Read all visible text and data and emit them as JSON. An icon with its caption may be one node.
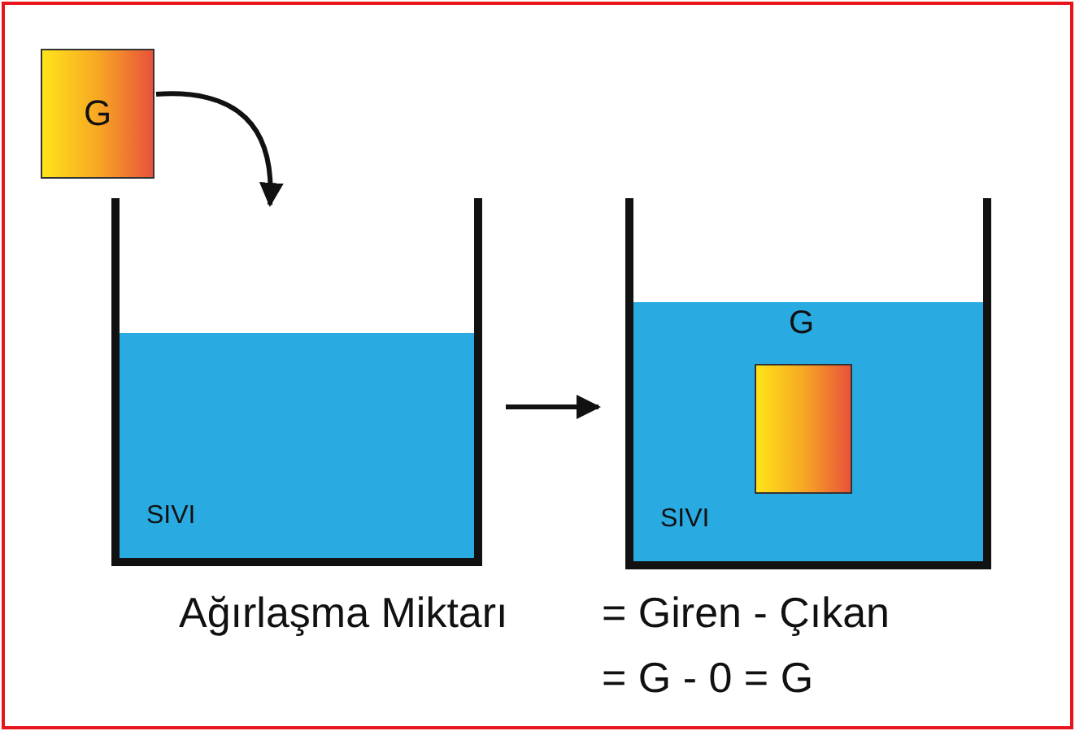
{
  "diagram": {
    "nodes": [
      {
        "text": [
          "G"
        ]
      },
      {
        "text": [
          "SIVI"
        ]
      },
      {
        "text": [
          "SIVI"
        ]
      },
      {
        "text": [
          "G"
        ],
        "in": 2
      }
    ],
    "edges": [
      {
        "from": 0,
        "to": 1,
        "arrow": "to"
      },
      {
        "from": 1,
        "to": 2,
        "arrow": "to"
      }
    ],
    "labels": [
      "Ağırlaşma Miktarı",
      "= Giren - Çıkan",
      "= G - 0 = G"
    ]
  }
}
